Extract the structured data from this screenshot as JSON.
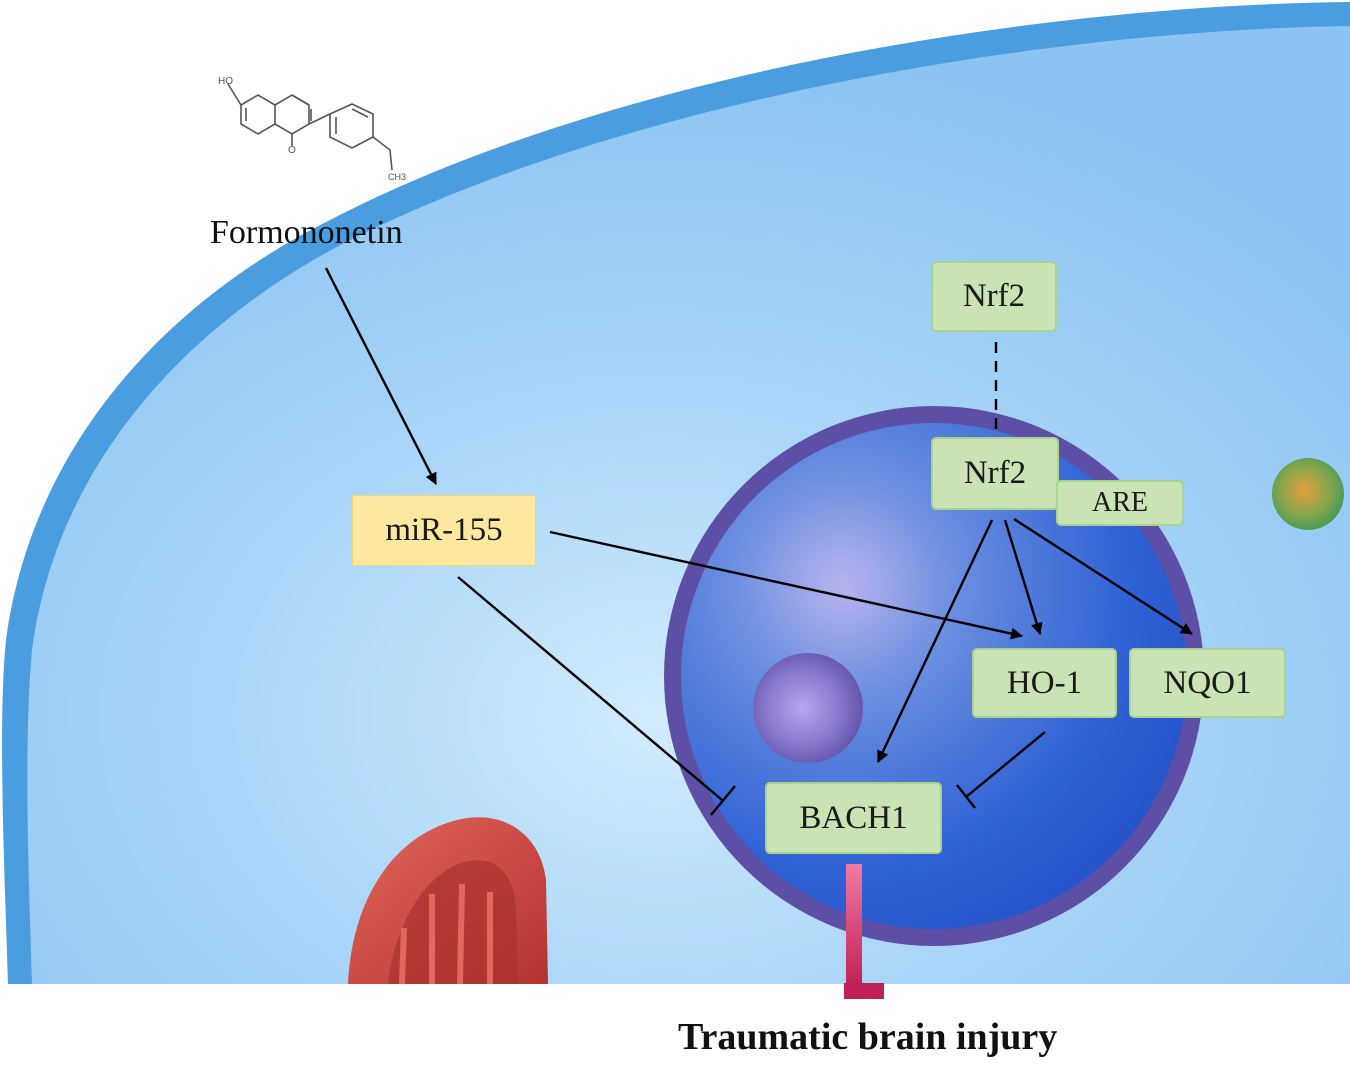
{
  "compound": {
    "name": "Formononetin",
    "structure_labels": {
      "hydroxyl": "HO",
      "carbonyl": "O",
      "methyl": "CH3"
    }
  },
  "nodes": {
    "mir155": "miR-155",
    "nrf2_cytoplasm": "Nrf2",
    "nrf2_nucleus": "Nrf2",
    "are": "ARE",
    "ho1": "HO-1",
    "nqo1": "NQO1",
    "bach1": "BACH1"
  },
  "outcome": "Traumatic brain injury",
  "edges": [
    {
      "from": "Formononetin",
      "to": "miR-155",
      "type": "activation"
    },
    {
      "from": "miR-155",
      "to": "HO-1",
      "type": "activation"
    },
    {
      "from": "miR-155",
      "to": "BACH1",
      "type": "inhibition"
    },
    {
      "from": "Nrf2 (cytoplasm)",
      "to": "Nrf2 (nucleus)",
      "type": "translocation"
    },
    {
      "from": "Nrf2",
      "to": "HO-1",
      "type": "activation"
    },
    {
      "from": "Nrf2",
      "to": "NQO1",
      "type": "activation"
    },
    {
      "from": "Nrf2",
      "to": "BACH1",
      "type": "activation"
    },
    {
      "from": "HO-1",
      "to": "BACH1",
      "type": "inhibition"
    },
    {
      "from": "BACH1",
      "to": "Traumatic brain injury",
      "type": "inhibition"
    }
  ],
  "colors": {
    "cytoplasm": "#94c8f4",
    "membrane": "#4a9ee0",
    "nucleus": "#2a5fd0",
    "nuclear_envelope": "#5e4fa6",
    "node_fill": "#c9e3b5",
    "node_border": "#a9d28c",
    "mirna_fill": "#fde8a0",
    "inhibition_bar": "#c0205a",
    "mitochondrion": "#c8403a"
  }
}
